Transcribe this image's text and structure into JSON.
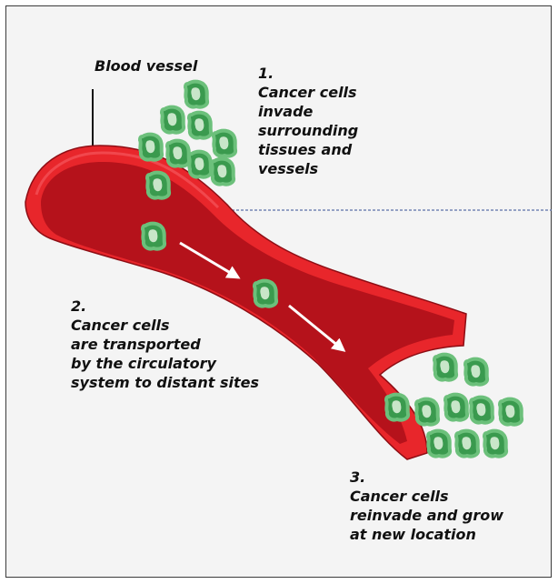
{
  "labels": {
    "blood_vessel": "Blood vessel",
    "step1": {
      "number": "1.",
      "lines": [
        "Cancer cells",
        "invade",
        "surrounding",
        "tissues and",
        "vessels"
      ]
    },
    "step2": {
      "number": "2.",
      "lines": [
        "Cancer cells",
        "are transported",
        "by the circulatory",
        "system to distant sites"
      ]
    },
    "step3": {
      "number": "3.",
      "lines": [
        "Cancer cells",
        "reinvade and grow",
        "at new location"
      ]
    }
  },
  "colors": {
    "vessel_outer": "#e8262b",
    "vessel_inner": "#b5121b",
    "vessel_edge": "#8e0d14",
    "cell_fill": "#3a9a4e",
    "cell_ring": "#6cc07b",
    "cell_core": "#c8e6c9",
    "arrow": "#ffffff",
    "dashed_line": "#5b6fa8"
  }
}
